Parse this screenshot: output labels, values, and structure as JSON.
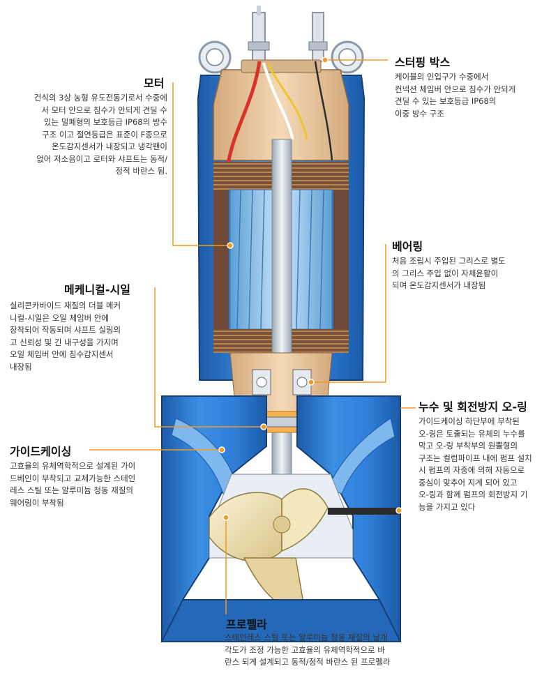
{
  "labels": {
    "motor": {
      "title": "모터",
      "lines": [
        "건식의 3상 농형 유도전동기로서 수중에",
        "서 모터 안으로 침수가 안되게 견딜 수",
        "있는 밀폐형의  보호등급 IP68의 방수",
        "구조 이고 절연등급은 표준이 F종으로",
        "온도감지센서가 내장되고 냉각팬이",
        "없어 저소음이고 로터와 샤프트는 동적/",
        "정적 바란스 됨."
      ]
    },
    "stuffing_box": {
      "title": "스터핑 박스",
      "lines": [
        "케이블의 인입구가 수중에서",
        "컨넥션 체임버 안으로 침수가 안되게",
        "견딜 수 있는 보호등급 IP68의",
        "이중 방수 구조"
      ]
    },
    "bearing": {
      "title": "베어링",
      "lines": [
        "처음 조립시 주입된 그리스로 별도",
        "의 그리스 주입 없이 자체윤활이",
        "되며 온도감지센서가 내장됨"
      ]
    },
    "mechanical_seal": {
      "title": "메케니컬-시일",
      "lines": [
        "실리콘카바이드 재질의 더블 메커",
        "니컬-시일은 오일 체임버 안에",
        "장착되어 작동되며 샤프트 실링의",
        "고 신뢰성 및 긴 내구성을 가지며",
        "오일 체임버 안에 침수감지센서",
        "내장됨"
      ]
    },
    "oring": {
      "title": "누수 및 회전방지 오-링",
      "lines": [
        "가이드케이싱 하단부에 부착된",
        "오-링은 토출되는 유체의 누수를",
        "막고 오-링 부착부의 원뿔형의",
        "구조는 컬럼파이프 내에 펌프 설치",
        "시 펌프의 자중에 의해 자동으로",
        "중심이 맞추어 지게 되어 있고",
        "오-링과 함께 펌프의 회전방지 기",
        "능을 가지고 있다"
      ]
    },
    "guide_casing": {
      "title": "가이드케이싱",
      "lines": [
        "고효율의 유체역학적으로 설계된 가이",
        "드베인이 부착되고 교체가능한 스테인",
        "레스 스틸 또는 알루미늄 청동 재질의",
        "웨어링이 부착됨"
      ]
    },
    "propeller": {
      "title": "프로펠라",
      "lines": [
        "스테인레스 스틸 또는 알루미늄 청동 재질의 날개",
        "각도가 조정 가능한 고효율의  유체역학적으로 바",
        "란스 되게 설계되고 동적/정적 바란스 된 프로펠라"
      ]
    }
  },
  "colors": {
    "casing_blue": "#2f7ed8",
    "casing_dark": "#1c5aa8",
    "tan": "#e9c9a2",
    "copper": "#c98b2e",
    "stator": "#6f4a3a",
    "rotor": "#8fc3ec",
    "shaft": "#cfd6dc",
    "leader": "#f39a1e",
    "propeller": "#efe2b6"
  }
}
